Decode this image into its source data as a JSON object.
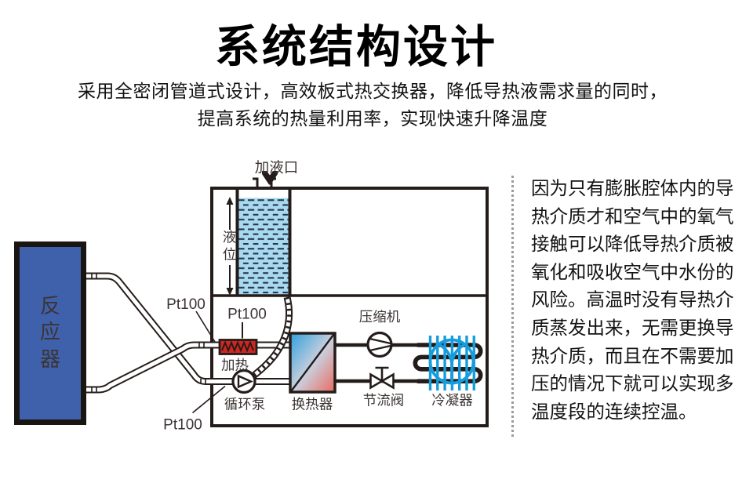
{
  "title": "系统结构设计",
  "subtitle": {
    "line1": "采用全密闭管道式设计，高效板式热交换器，降低导热液需求量的同时，",
    "line2": "提高系统的热量利用率，实现快速升降温度"
  },
  "diagram": {
    "labels": {
      "fill_port": "加液口",
      "liquid_level": "液位",
      "reactor": "反应器",
      "pt100_left": "Pt100",
      "pt100_mid": "Pt100",
      "pt100_bottom": "Pt100",
      "heater": "加热",
      "pump": "循环泵",
      "heat_exchanger": "换热器",
      "compressor": "压缩机",
      "throttle_valve": "节流阀",
      "condenser": "冷凝器"
    },
    "colors": {
      "reactor_blue": "#3f61ac",
      "tank_fill": "#a9d9ef",
      "tank_dash": "#24364e",
      "heater_red": "#d02620",
      "hx_blue": "#2f9fdb",
      "hx_mid": "#c9cfdd",
      "hx_red": "#ea6a60",
      "condenser_blue": "#159ddd",
      "line_black": "#241c1a"
    }
  },
  "right_panel": {
    "lines": [
      "因为只有膨胀腔体内的导",
      "热介质才和空气中的氧气",
      "接触可以降低导热介质被",
      "氧化和吸收空气中水份的",
      "风险。高温时没有导热介",
      "质蒸发出来，无需更换导",
      "热介质，而且在不需要加",
      "压的情况下就可以实现多",
      "温度段的连续控温。"
    ]
  }
}
